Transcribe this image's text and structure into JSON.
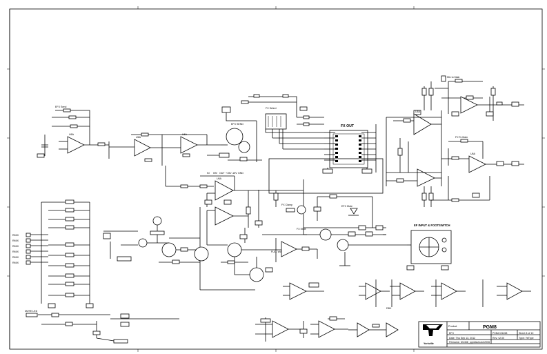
{
  "labels": {
    "efx_send": "EFX Send",
    "efx_send2": "EFX SEND",
    "fx_select": "FX Select",
    "fx_out": "FX OUT",
    "fx_mix_to_main": "EFX Mix to Main",
    "fx_to_main": "FX To Main",
    "ef_input_footswitch": "EF INPUT & FOOTSWITCH",
    "fx_clamp": "FX Clamp",
    "efx_mute": "EFX Mute",
    "fx_mute": "FX Mute",
    "full_wave": "FULL WAVE",
    "mute_led": "MUTE LED",
    "dbx": "DBX",
    "op_ref": "U6A",
    "pin_labels": [
      "IN",
      "INV",
      "OUT",
      "+15V",
      "-15V",
      "GND"
    ],
    "bus_labels": [
      "RMIX",
      "RMIX",
      "RMIX",
      "RMIX",
      "RMIX",
      "RMIX"
    ]
  },
  "title_block": {
    "product_label": "Product",
    "product": "PGM8",
    "title": "EFX",
    "pcb": "PCB# M1458",
    "sheet": "Sheet 8 of 10",
    "date": "Date: Thu Sep 13, 2012",
    "rev": "Rev: v2.00",
    "filename": "Filename: M1458_pgm8schutch2006",
    "type": "Type: YeType",
    "logo_text": "Yorkville"
  }
}
